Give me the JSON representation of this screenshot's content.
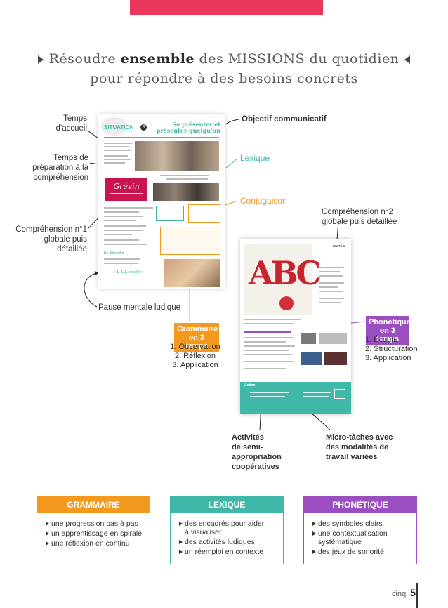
{
  "headline": {
    "line1_pre": "Résoudre ",
    "line1_bold": "ensemble",
    "line1_post": " des MISSIONS du quotidien",
    "line2": "pour répondre à des besoins concrets"
  },
  "labels": {
    "temps_accueil": "Temps\nd'accueil",
    "temps_preparation": "Temps de\npréparation à la\ncompréhension",
    "comprehension1": "Compréhension n°1\nglobale puis\ndétaillée",
    "pause": "Pause mentale ludique",
    "objectif": "Objectif communicatif",
    "lexique": "Lexique",
    "conjugaison": "Conjugaison",
    "comprehension2": "Compréhension n°2\nglobale puis détaillée",
    "activites": "Activités\nde semi-appropriation\ncoopératives",
    "micro_taches": "Micro-tâches avec\ndes modalités de\ntravail variées"
  },
  "grammaire_badge": {
    "title": "Grammaire\nen 3 temps",
    "steps": [
      "1. Observation",
      "2. Réflexion",
      "3. Application"
    ]
  },
  "phonetique_badge": {
    "title": "Phonétique\nen 3 temps",
    "steps": [
      "1. Écoute",
      "2. Structuration",
      "3. Application"
    ]
  },
  "page1": {
    "situation": "SITUATION",
    "situation_num": "4",
    "title": "Se présenter et\nprésenter quelqu'un",
    "poster_text": "Grévin",
    "detendre": "Se détendre",
    "chant": "« 1, 2, 3, soleil ! »"
  },
  "page2": {
    "unite": "UNITÉ 1",
    "abc": "ABC",
    "action": "Action"
  },
  "boxes": {
    "grammaire": {
      "title": "GRAMMAIRE",
      "items": [
        "une progression pas à pas",
        "un apprentissage en spirale",
        "une réflexion en continu"
      ]
    },
    "lexique": {
      "title": "LEXIQUE",
      "items": [
        "des encadrés pour aider\nà visualiser",
        "des activités ludiques",
        "un réemploi en contexte"
      ]
    },
    "phonetique": {
      "title": "PHONÉTIQUE",
      "items": [
        "des symboles clairs",
        "une contextualisation\nsystématique",
        "des jeux de sonorité"
      ]
    }
  },
  "footer": {
    "word": "cinq",
    "number": "5"
  },
  "colors": {
    "topbar": "#e8375a",
    "grammaire": "#f39a1e",
    "lexique": "#3fb8a8",
    "phonetique": "#9b4ec0"
  }
}
